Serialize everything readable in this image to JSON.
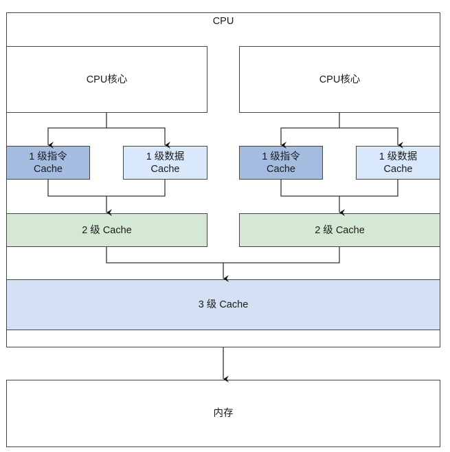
{
  "diagram": {
    "cpu_label": "CPU",
    "cores": [
      {
        "core_label": "CPU核心",
        "l1_instruction_label": "1 级指令\nCache",
        "l1_data_label": "1 级数据\nCache",
        "l2_label": "2 级 Cache"
      },
      {
        "core_label": "CPU核心",
        "l1_instruction_label": "1 级指令\nCache",
        "l1_data_label": "1 级数据\nCache",
        "l2_label": "2 级 Cache"
      }
    ],
    "l3_label": "3 级 Cache",
    "memory_label": "内存",
    "colors": {
      "l1_instruction_fill": "#a3bce0",
      "l1_data_fill": "#dae8fc",
      "l2_fill": "#d5e8d4",
      "l3_fill": "#d4e1f5",
      "border": "#444444"
    },
    "edges": [
      {
        "from": "core-0",
        "to": "l1-instruction-0"
      },
      {
        "from": "core-0",
        "to": "l1-data-0"
      },
      {
        "from": "l1-instruction-0",
        "to": "l2-0"
      },
      {
        "from": "l1-data-0",
        "to": "l2-0"
      },
      {
        "from": "core-1",
        "to": "l1-instruction-1"
      },
      {
        "from": "core-1",
        "to": "l1-data-1"
      },
      {
        "from": "l1-instruction-1",
        "to": "l2-1"
      },
      {
        "from": "l1-data-1",
        "to": "l2-1"
      },
      {
        "from": "l2-0",
        "to": "l3"
      },
      {
        "from": "l2-1",
        "to": "l3"
      },
      {
        "from": "cpu",
        "to": "memory"
      }
    ]
  }
}
